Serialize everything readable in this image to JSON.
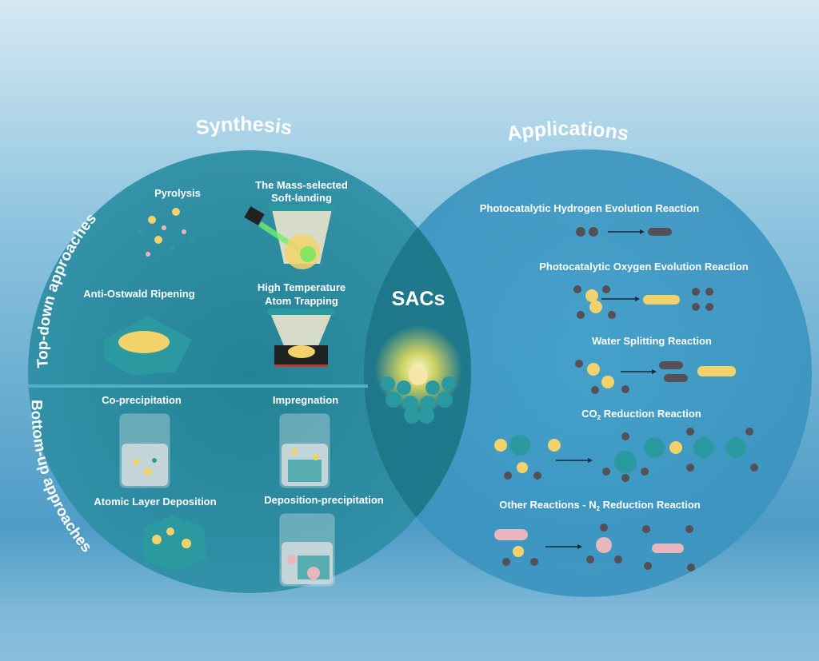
{
  "titles": {
    "synthesis": "Synthesis",
    "applications": "Applications",
    "center": "SACs"
  },
  "approaches": {
    "top_down": "Top-down approaches",
    "bottom_up": "Bottom-up approaches"
  },
  "synthesis_methods": {
    "pyrolysis": "Pyrolysis",
    "mass_selected_1": "The Mass-selected",
    "mass_selected_2": "Soft-landing",
    "anti_ostwald": "Anti-Ostwald Ripening",
    "high_temp_1": "High Temperature",
    "high_temp_2": "Atom Trapping",
    "coprecipitation": "Co-precipitation",
    "impregnation": "Impregnation",
    "ald": "Atomic Layer Deposition",
    "deposition_precipitation": "Deposition-precipitation"
  },
  "applications": {
    "her": "Photocatalytic Hydrogen Evolution Reaction",
    "oer": "Photocatalytic Oxygen Evolution Reaction",
    "water": "Water Splitting Reaction",
    "co2_a": "CO",
    "co2_sub": "2",
    "co2_b": " Reduction Reaction",
    "n2_a": "Other Reactions - N",
    "n2_sub": "2",
    "n2_b": " Reduction Reaction"
  },
  "colors": {
    "teal": "#2a9aa0",
    "gold": "#f2d36b",
    "gray": "#555058",
    "pink": "#e8b7bd",
    "bg": "#5fa9cf"
  }
}
